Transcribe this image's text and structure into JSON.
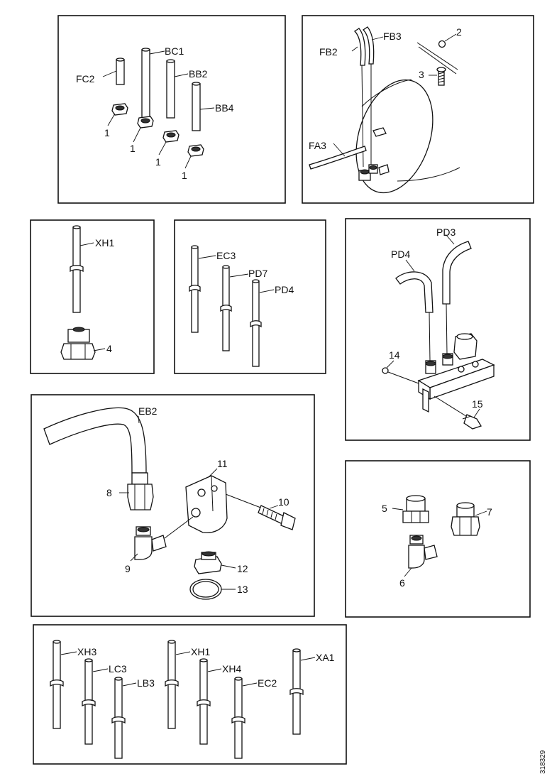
{
  "labels": {
    "p1": {
      "fc2": "FC2",
      "bc1": "BC1",
      "bb2": "BB2",
      "bb4": "BB4",
      "n1a": "1",
      "n1b": "1",
      "n1c": "1",
      "n1d": "1"
    },
    "p2": {
      "fb2": "FB2",
      "fb3": "FB3",
      "fa3": "FA3",
      "n2": "2",
      "n3": "3"
    },
    "p3": {
      "xh1": "XH1",
      "n4": "4"
    },
    "p4": {
      "ec3": "EC3",
      "pd7": "PD7",
      "pd4": "PD4"
    },
    "p5": {
      "pd4": "PD4",
      "pd3": "PD3",
      "n14": "14",
      "n15": "15"
    },
    "p6": {
      "eb2": "EB2",
      "n8": "8",
      "n9": "9",
      "n10": "10",
      "n11": "11",
      "n12": "12",
      "n13": "13"
    },
    "p7": {
      "n5": "5",
      "n6": "6",
      "n7": "7"
    },
    "p8": {
      "xh3": "XH3",
      "lc3": "LC3",
      "lb3": "LB3",
      "xh1": "XH1",
      "xh4": "XH4",
      "ec2": "EC2",
      "xa1": "XA1"
    }
  },
  "figure_id": "318329"
}
